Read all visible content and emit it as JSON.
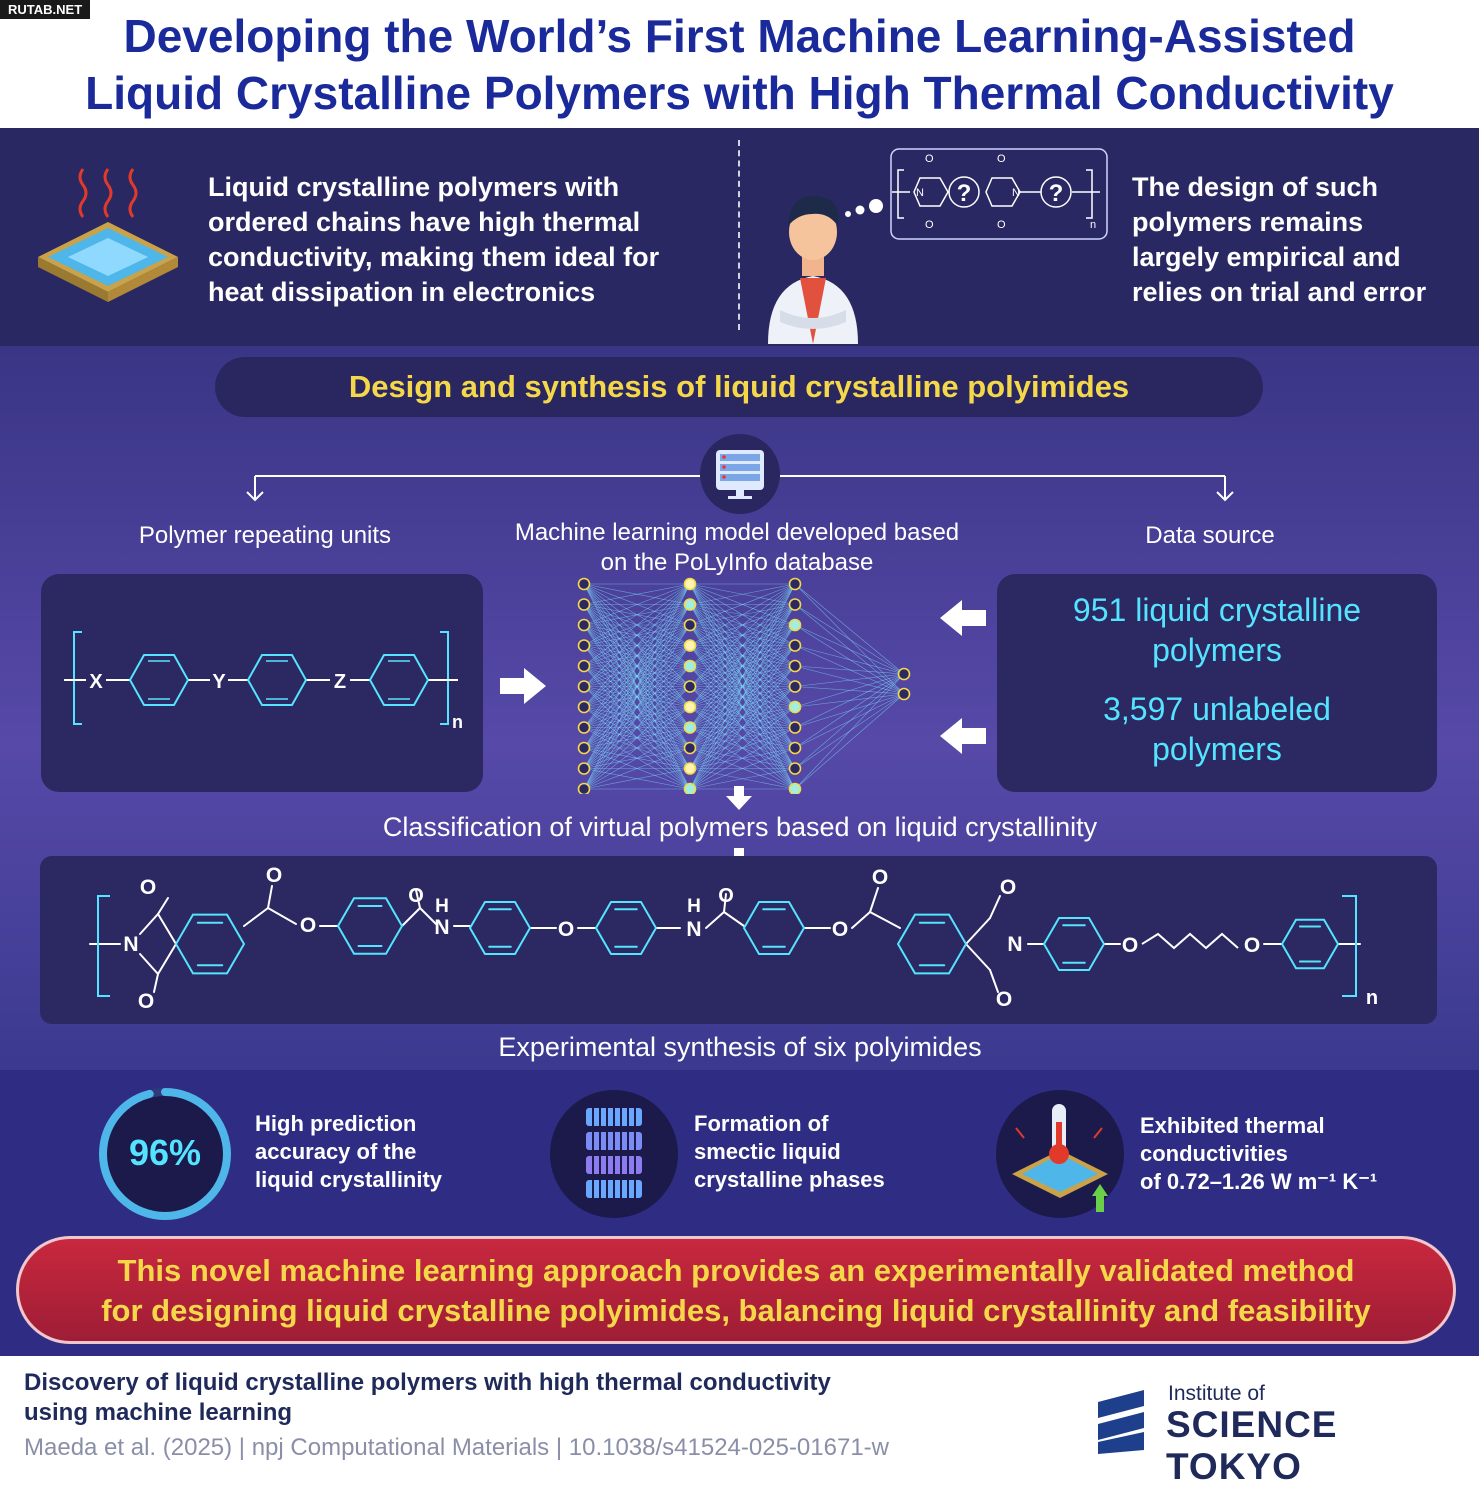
{
  "badge": "RUTAB.NET",
  "title": {
    "line1": "Developing the World’s First Machine Learning-Assisted",
    "line2": "Liquid Crystalline Polymers with High Thermal Conductivity"
  },
  "intro": {
    "left": [
      "Liquid crystalline polymers with",
      "ordered chains have high thermal",
      "conductivity, making them ideal for",
      "heat dissipation in electronics"
    ],
    "right": [
      "The design of such",
      "polymers remains",
      "largely empirical and",
      "relies on trial and error"
    ],
    "formula_q": "?",
    "formula_o": "O",
    "formula_n": "N",
    "formula_sub": "n"
  },
  "section_title": "Design and synthesis of liquid crystalline polyimides",
  "labels": {
    "repeating_units": "Polymer repeating units",
    "ml_model": [
      "Machine learning model developed based",
      "on the PoLyInfo database"
    ],
    "data_source": "Data source",
    "classification": "Classification of virtual polymers based on liquid crystallinity",
    "synthesis": "Experimental synthesis of six polyimides"
  },
  "repeat_unit": {
    "x": "X",
    "y": "Y",
    "z": "Z",
    "n": "n"
  },
  "data_source": {
    "item1": [
      "951 liquid crystalline",
      "polymers"
    ],
    "item2": [
      "3,597 unlabeled",
      "polymers"
    ]
  },
  "structure": {
    "o": "O",
    "n": "N",
    "h": "H",
    "sub": "n"
  },
  "results": {
    "accuracy_value": "96%",
    "accuracy_fraction": 0.96,
    "accuracy_text": [
      "High prediction",
      "accuracy of the",
      "liquid crystallinity"
    ],
    "smectic_text": [
      "Formation of",
      "smectic liquid",
      "crystalline phases"
    ],
    "thermal_text": [
      "Exhibited thermal",
      "conductivities",
      "of 0.72–1.26 W m⁻¹ K⁻¹"
    ]
  },
  "conclusion": [
    "This novel machine learning approach provides an experimentally validated method",
    "for designing liquid crystalline polyimides, balancing liquid crystallinity and feasibility"
  ],
  "citation": {
    "title": [
      "Discovery of liquid crystalline polymers with high thermal conductivity",
      "using machine learning"
    ],
    "reference": "Maeda et al. (2025)  |  npj Computational Materials  |  10.1038/s41524-025-01671-w"
  },
  "logo": {
    "line1": "Institute of",
    "line2": "SCIENCE TOKYO"
  },
  "colors": {
    "title_blue": "#1b2a9a",
    "accent_yellow": "#f5d84a",
    "cyan": "#55e4ff",
    "conclusion_red": "#b8233a"
  }
}
